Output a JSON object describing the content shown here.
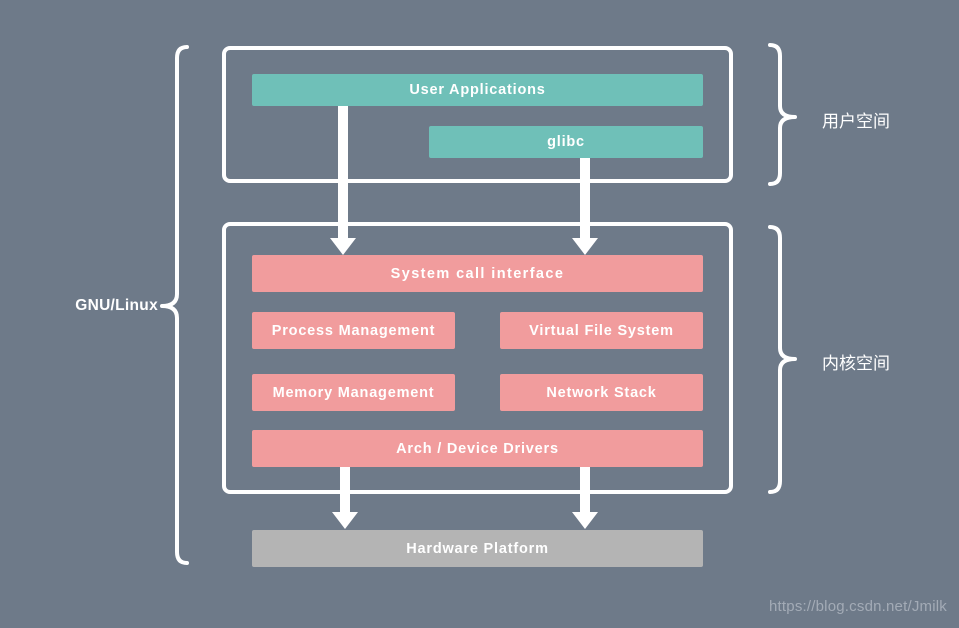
{
  "colors": {
    "background": "#6e7a89",
    "frame": "#ffffff",
    "teal": "#6fc0b8",
    "pink": "#f19c9d",
    "gray": "#b4b4b4",
    "arrow": "#ffffff",
    "brace": "#ffffff",
    "watermark_text": "#a3abb6"
  },
  "left_label": {
    "text": "GNU/Linux"
  },
  "user_space": {
    "brace_label": "用户空间",
    "blocks": [
      {
        "id": "user-applications",
        "label": "User Applications"
      },
      {
        "id": "glibc",
        "label": "glibc"
      }
    ]
  },
  "kernel_space": {
    "brace_label": "内核空间",
    "blocks": [
      {
        "id": "system-call-interface",
        "label": "System call interface"
      },
      {
        "id": "process-management",
        "label": "Process Management"
      },
      {
        "id": "virtual-file-system",
        "label": "Virtual File System"
      },
      {
        "id": "memory-management",
        "label": "Memory Management"
      },
      {
        "id": "network-stack",
        "label": "Network Stack"
      },
      {
        "id": "arch-device-drivers",
        "label": "Arch / Device Drivers"
      }
    ]
  },
  "hardware": {
    "label": "Hardware Platform"
  },
  "watermark": {
    "text": "https://blog.csdn.net/Jmilk"
  }
}
